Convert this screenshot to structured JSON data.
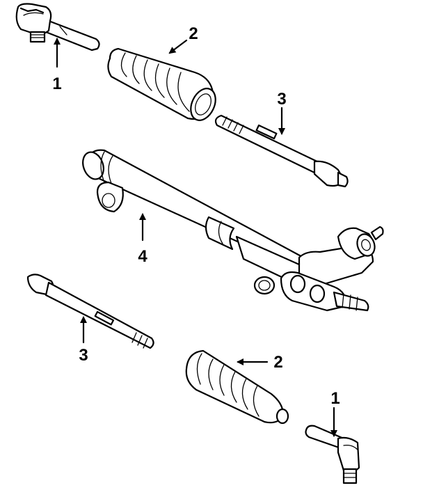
{
  "diagram": {
    "callouts": [
      {
        "id": "tie-rod-end-top",
        "number": "1"
      },
      {
        "id": "boot-top",
        "number": "2"
      },
      {
        "id": "inner-tie-rod-top",
        "number": "3"
      },
      {
        "id": "rack-and-pinion",
        "number": "4"
      },
      {
        "id": "inner-tie-rod-bottom",
        "number": "3"
      },
      {
        "id": "boot-bottom",
        "number": "2"
      },
      {
        "id": "tie-rod-end-bottom",
        "number": "1"
      }
    ]
  }
}
